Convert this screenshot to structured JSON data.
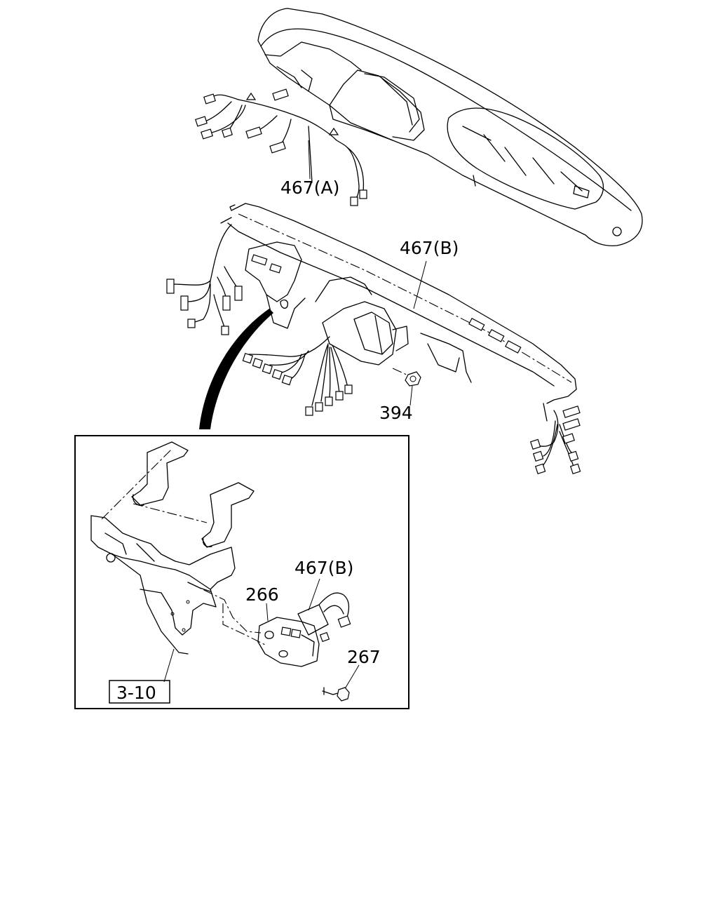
{
  "labels": {
    "harness_a": "467(A)",
    "harness_b_upper": "467(B)",
    "nut": "394",
    "bracket": "266",
    "harness_b_inset": "467(B)",
    "bolt": "267",
    "ref_frame": "3-10"
  }
}
